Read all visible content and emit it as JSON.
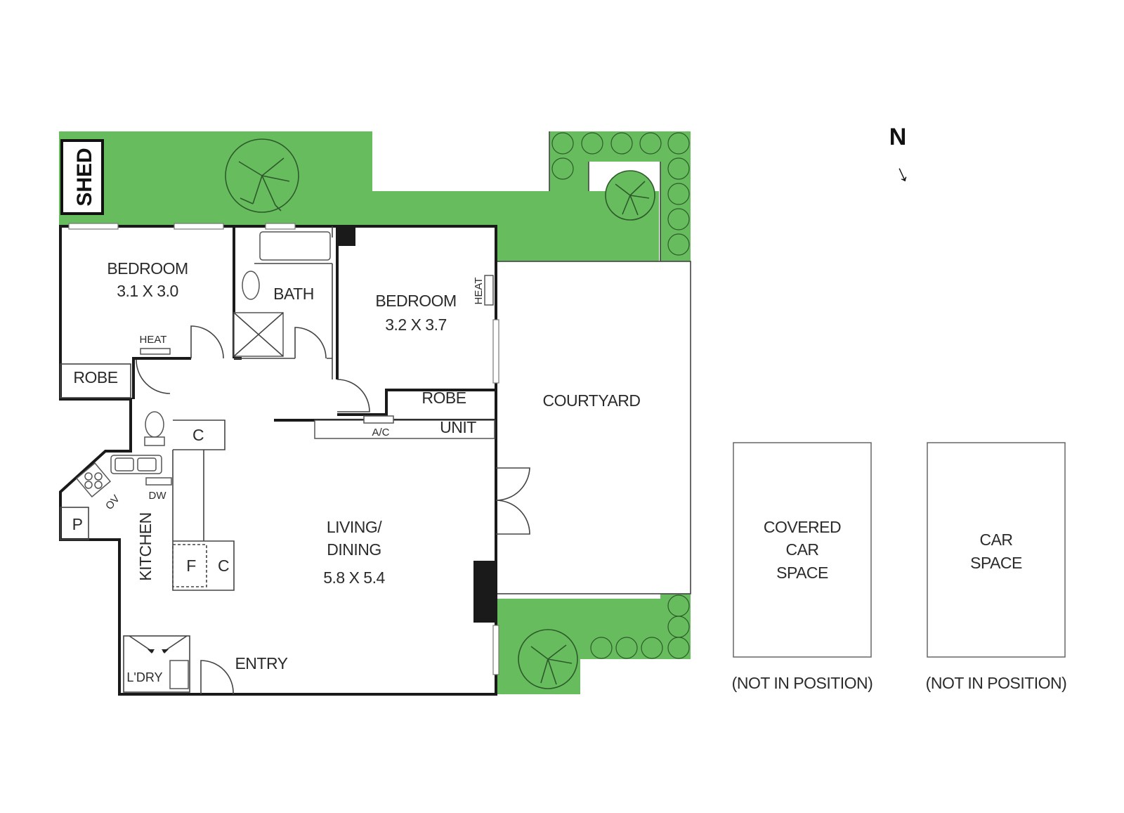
{
  "rooms": {
    "bedroom1": {
      "name": "BEDROOM",
      "size": "3.1 X 3.0"
    },
    "bedroom2": {
      "name": "BEDROOM",
      "size": "3.2 X 3.7"
    },
    "bath": "BATH",
    "living": {
      "name1": "LIVING/",
      "name2": "DINING",
      "size": "5.8 X 5.4"
    },
    "kitchen": "KITCHEN",
    "laundry": "L'DRY",
    "entry": "ENTRY",
    "courtyard": "COURTYARD",
    "shed": "SHED",
    "robe1": "ROBE",
    "robe2": "ROBE",
    "unit": "UNIT"
  },
  "fixtures": {
    "heat_bedroom1": "HEAT",
    "heat_bedroom2": "HEAT",
    "ac": "A/C",
    "cupboard1": "C",
    "cupboard2": "C",
    "fridge": "F",
    "pantry": "P",
    "dishwasher": "DW",
    "oven": "OV"
  },
  "car_spaces": [
    {
      "line1": "COVERED",
      "line2": "CAR",
      "line3": "SPACE",
      "note": "(NOT IN POSITION)"
    },
    {
      "line1": "CAR",
      "line2": "SPACE",
      "note": "(NOT IN POSITION)"
    }
  ],
  "compass": {
    "label": "N",
    "arrow": "↓"
  },
  "colors": {
    "garden": "#67bd5e",
    "walls": "#1a1a1a"
  }
}
